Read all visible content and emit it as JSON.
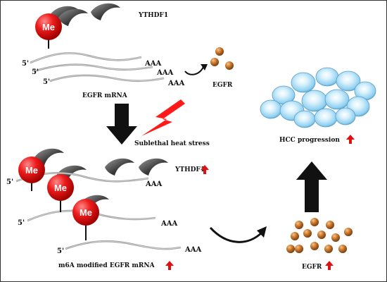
{
  "labels": {
    "ythdf1_top": "YTHDF1",
    "ythdf1_bottom": "YTHDF1",
    "me": "Me",
    "five_prime": "5'",
    "poly_a": "AAA",
    "egfr_mrna": "EGFR mRNA",
    "egfr_top": "EGFR",
    "heat_stress": "Sublethal heat stress",
    "m6a_mrna": "m6A modified EGFR mRNA",
    "egfr_bottom": "EGFR",
    "hcc": "HCC progression"
  },
  "colors": {
    "methyl": "#e01010",
    "reader": "#3a3a3a",
    "protein": "#c8762a",
    "cell": "#8fd0f0",
    "arrow": "#111111",
    "bolt": "#ff1a1a",
    "up_arrow": "#e01010"
  },
  "icons": [
    "methyl-ball-icon",
    "ythdf1-reader-icon",
    "egfr-protein-icon",
    "lightning-bolt-icon",
    "hcc-cell-icon",
    "up-arrow-icon"
  ]
}
